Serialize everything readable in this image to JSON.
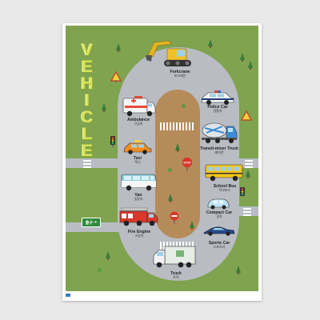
{
  "poster": {
    "title_letters": [
      "V",
      "E",
      "H",
      "I",
      "C",
      "L",
      "E"
    ],
    "footer": "",
    "colors": {
      "grass": "#7fa34f",
      "road": "#b9bcc2",
      "dirt": "#b68b5a",
      "title": "#d8e35a"
    }
  },
  "vehicles": [
    {
      "en": "Forkcrane",
      "ko": "포크레인",
      "icon": "excavator-icon"
    },
    {
      "en": "Police Car",
      "ko": "경찰차",
      "icon": "police-car-icon"
    },
    {
      "en": "Ambulance",
      "ko": "구급차",
      "icon": "ambulance-icon"
    },
    {
      "en": "Taxi",
      "ko": "택시",
      "icon": "taxi-icon"
    },
    {
      "en": "Transit-mixer Truck",
      "ko": "레미콘",
      "icon": "mixer-truck-icon"
    },
    {
      "en": "School Bus",
      "ko": "학교버스",
      "icon": "school-bus-icon"
    },
    {
      "en": "Van",
      "ko": "승합차",
      "icon": "van-icon"
    },
    {
      "en": "Compact Car",
      "ko": "경차",
      "icon": "compact-car-icon"
    },
    {
      "en": "Fire Engine",
      "ko": "소방차",
      "icon": "fire-engine-icon"
    },
    {
      "en": "Sports Car",
      "ko": "스포츠카",
      "icon": "sports-car-icon"
    },
    {
      "en": "Truck",
      "ko": "트럭",
      "icon": "truck-icon"
    }
  ],
  "signs": {
    "exit": "출구",
    "stop": "STOP"
  }
}
